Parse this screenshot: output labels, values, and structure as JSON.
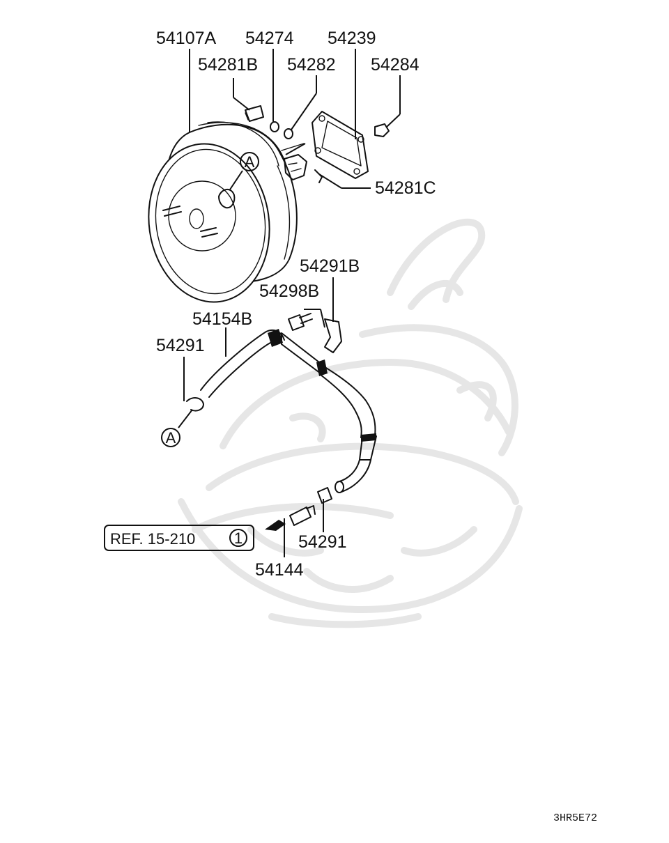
{
  "parts": {
    "p54107A": "54107A",
    "p54274": "54274",
    "p54239": "54239",
    "p54281B": "54281B",
    "p54282": "54282",
    "p54284": "54284",
    "p54281C": "54281C",
    "p54291B": "54291B",
    "p54298B": "54298B",
    "p54154B": "54154B",
    "p54291_upper": "54291",
    "p54291_lower": "54291",
    "p54144": "54144"
  },
  "markers": {
    "a_upper": "A",
    "a_lower": "A"
  },
  "reference": {
    "text": "REF. 15-210",
    "circle_number": "1"
  },
  "diagram_code": "3HR5E72",
  "colors": {
    "ink": "#111111",
    "watermark": "#e6e6e6",
    "background": "#ffffff"
  }
}
